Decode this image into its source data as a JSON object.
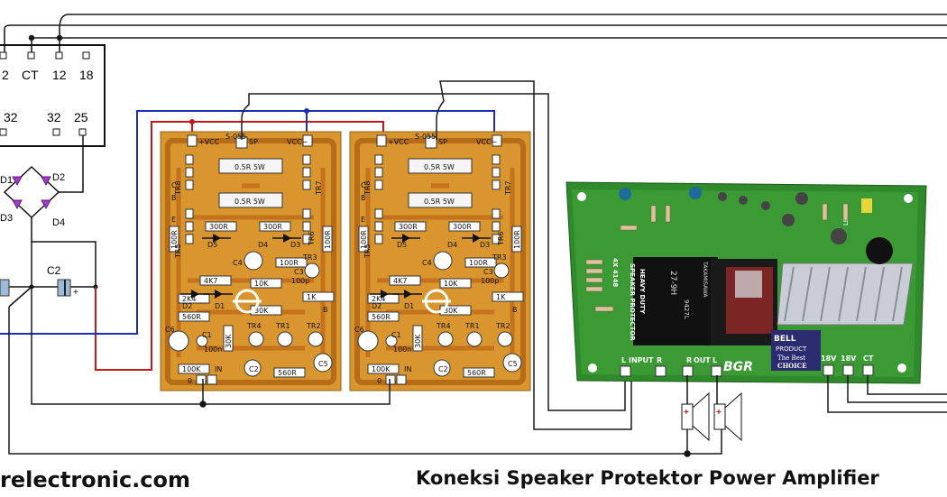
{
  "transformer": {
    "taps_top": [
      "2",
      "CT",
      "12",
      "18"
    ],
    "taps_bottom": [
      "32",
      "32",
      "25"
    ]
  },
  "rectifier": {
    "diodes": [
      "D1",
      "D2",
      "D3",
      "D4"
    ]
  },
  "cap_label": "C2",
  "amp_board": {
    "code": "S-055",
    "vcc": "VCC",
    "sp": "SP",
    "resistors": [
      "0.5R 5W",
      "0.5R 5W",
      "300R",
      "300R",
      "100R",
      "100R",
      "100R",
      "2K4",
      "4K7",
      "10K",
      "1K",
      "30K",
      "560R",
      "560R",
      "100K",
      "30K"
    ],
    "transistors": [
      "TR8",
      "TR7",
      "TR6",
      "TR5",
      "TR3",
      "TR4",
      "TR1",
      "TR2"
    ],
    "diodes": [
      "D4",
      "D3",
      "D5",
      "D2",
      "D1"
    ],
    "caps": [
      "C4",
      "C3",
      "C6",
      "C1",
      "C2",
      "C5"
    ],
    "cap_values": [
      "100p",
      "100n"
    ],
    "pads": [
      "B",
      "C",
      "E"
    ],
    "in_label": "IN",
    "zero": "0"
  },
  "protector": {
    "title_lines": [
      "HEAVY DUTY",
      "SPEAKER PROTECTOR"
    ],
    "part": "4X 4148",
    "relay_brand": "TAKAMISAWA",
    "relay_model": "27-9H",
    "relay_code": "9427L",
    "brand": "BGR",
    "bell": [
      "BELL",
      "PRODUCT",
      "The Best",
      "CHOICE"
    ],
    "led": "LED",
    "input_label": "INPUT",
    "out_label": "OUT",
    "l": "L",
    "r": "R",
    "v18a": "18V",
    "v18b": "18V",
    "ct": "CT"
  },
  "footer": {
    "left": "relectronic.com",
    "right": "Koneksi Speaker Protektor Power Amplifier"
  },
  "colors": {
    "wire": "#1a1a1a",
    "red": "#c41818",
    "blue": "#1c2fb0",
    "pcb": "#d7912f",
    "pcb_trace": "#c8751c",
    "green_board": "#2f8a2c"
  }
}
